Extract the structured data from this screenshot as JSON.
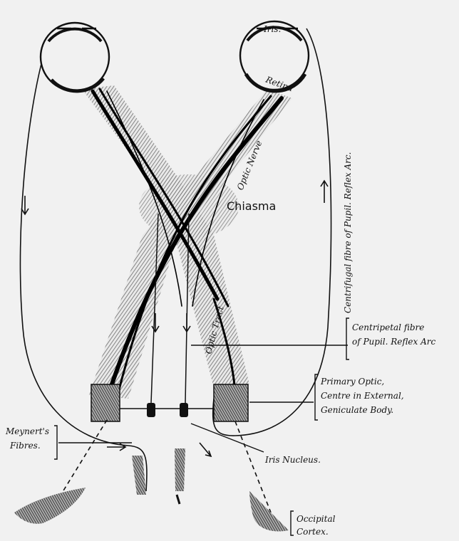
{
  "labels": {
    "iris": "Iris.",
    "retina": "Retina",
    "optic_nerve": "Optic Nerve",
    "chiasma": "Chiasma",
    "optic_tract": "Optic Tract",
    "centrifugal": "Centrifugal fibre of Pupil. Reflex Arc.",
    "centripetal_1": "Centripetal fibre",
    "centripetal_2": "of Pupil. Reflex Arc",
    "primary_1": "Primary Optic,",
    "primary_2": "Centre in External,",
    "primary_3": "Geniculate Body.",
    "meynert_1": "Meynert's",
    "meynert_2": "Fibres.",
    "iris_nucleus": "Iris Nucleus.",
    "occipital_1": "Occipital",
    "occipital_2": "Cortex."
  }
}
